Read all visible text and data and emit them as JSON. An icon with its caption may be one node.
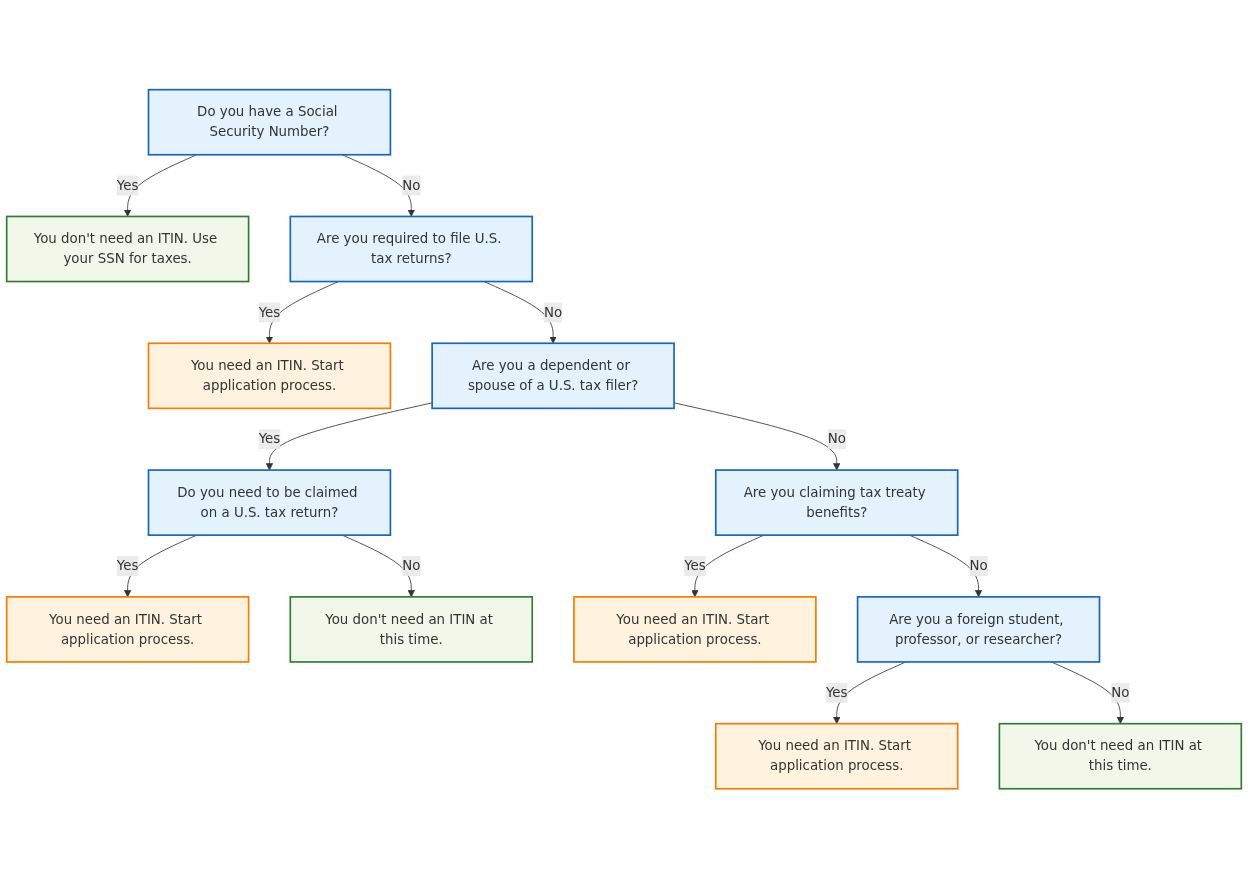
{
  "diagram": {
    "nodes": [
      {
        "text": [
          "Do you have a Social Security Number?"
        ]
      },
      {
        "text": [
          "You don't need an ITIN. Use your SSN for taxes."
        ]
      },
      {
        "text": [
          "Are you required to file U.S. tax returns?"
        ]
      },
      {
        "text": [
          "You need an ITIN. Start application process."
        ]
      },
      {
        "text": [
          "Are you a dependent or spouse of a U.S. tax filer?"
        ]
      },
      {
        "text": [
          "Do you need to be claimed on a U.S. tax return?"
        ]
      },
      {
        "text": [
          "You need an ITIN. Start application process."
        ]
      },
      {
        "text": [
          "You don't need an ITIN at this time."
        ]
      },
      {
        "text": [
          "Are you claiming tax treaty benefits?"
        ]
      },
      {
        "text": [
          "You need an ITIN. Start application process."
        ]
      },
      {
        "text": [
          "Are you a foreign student, professor, or researcher?"
        ]
      },
      {
        "text": [
          "You need an ITIN. Start application process."
        ]
      },
      {
        "text": [
          "You don't need an ITIN at this time."
        ]
      }
    ],
    "edges": [
      {
        "from": 0,
        "to": 1,
        "arrow": "to",
        "label": "Yes"
      },
      {
        "from": 0,
        "to": 2,
        "arrow": "to",
        "label": "No"
      },
      {
        "from": 2,
        "to": 3,
        "arrow": "to",
        "label": "Yes"
      },
      {
        "from": 2,
        "to": 4,
        "arrow": "to",
        "label": "No"
      },
      {
        "from": 4,
        "to": 5,
        "arrow": "to",
        "label": "Yes"
      },
      {
        "from": 4,
        "to": 8,
        "arrow": "to",
        "label": "No"
      },
      {
        "from": 5,
        "to": 6,
        "arrow": "to",
        "label": "Yes"
      },
      {
        "from": 5,
        "to": 7,
        "arrow": "to",
        "label": "No"
      },
      {
        "from": 8,
        "to": 9,
        "arrow": "to",
        "label": "Yes"
      },
      {
        "from": 8,
        "to": 10,
        "arrow": "to",
        "label": "No"
      },
      {
        "from": 10,
        "to": 11,
        "arrow": "to",
        "label": "Yes"
      },
      {
        "from": 10,
        "to": 12,
        "arrow": "to",
        "label": "No"
      }
    ]
  }
}
